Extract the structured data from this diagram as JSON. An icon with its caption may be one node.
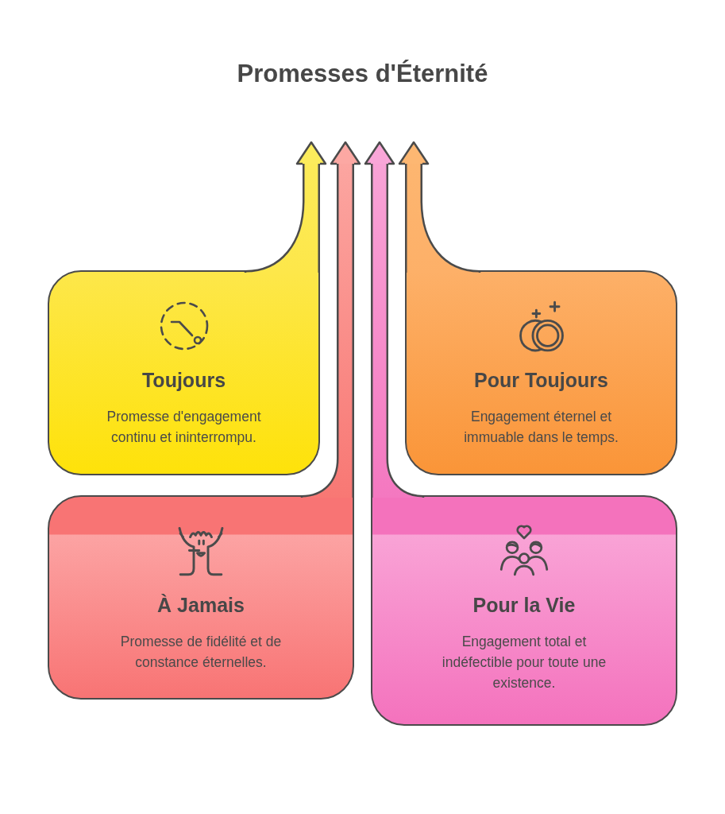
{
  "diagram": {
    "title": "Promesses d'Éternité",
    "nodes": [
      {
        "text": [
          "Toujours",
          "Promesse d'engagement continu et ininterrompu."
        ]
      },
      {
        "text": [
          "Pour Toujours",
          "Engagement éternel et immuable dans le temps."
        ]
      },
      {
        "text": [
          "À Jamais",
          "Promesse de fidélité et de constance éternelles."
        ]
      },
      {
        "text": [
          "Pour la Vie",
          "Engagement total et indéfectible pour toute une existence."
        ]
      }
    ],
    "edges": [
      {
        "from": 0,
        "to": null,
        "arrow": "to"
      },
      {
        "from": 2,
        "to": null,
        "arrow": "to"
      },
      {
        "from": 3,
        "to": null,
        "arrow": "to"
      },
      {
        "from": 1,
        "to": null,
        "arrow": "to"
      }
    ]
  }
}
